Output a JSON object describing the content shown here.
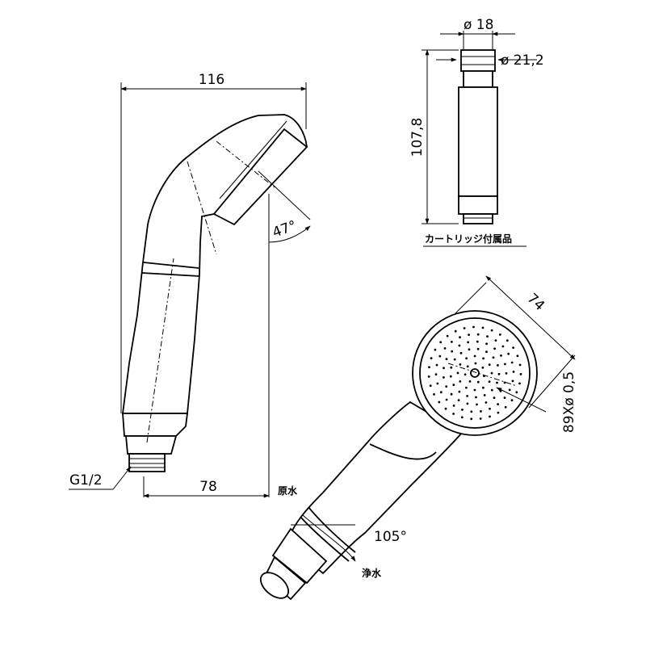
{
  "side_view": {
    "overall_length": "116",
    "angle_head": "47°",
    "thread": "G1/2",
    "offset_length": "78"
  },
  "cartridge": {
    "top_diameter": "ø 18",
    "body_diameter": "ø 21,2",
    "length": "107,8",
    "caption": "カートリッジ付属品"
  },
  "iso_view": {
    "head_diameter": "74",
    "holes": "89Xø 0,5",
    "angle": "105°"
  },
  "labels": {
    "raw_water": "原水",
    "purified_water": "浄水"
  }
}
